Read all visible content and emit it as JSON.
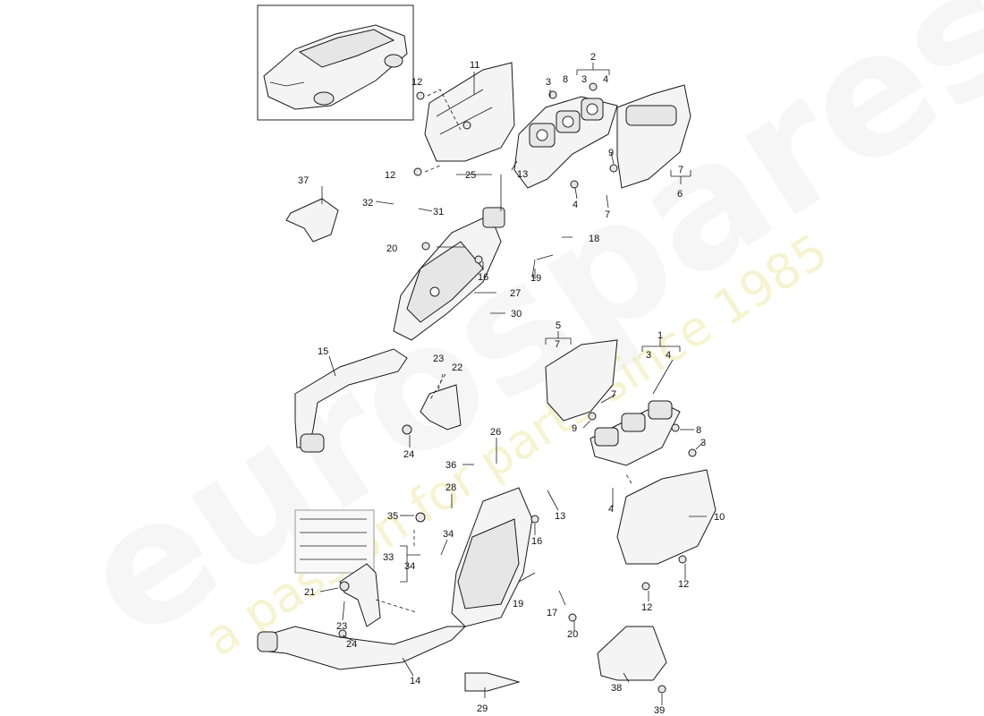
{
  "watermark": {
    "brand": "eurospares",
    "tagline": "a passion for parts since 1985"
  },
  "callouts": {
    "c1": "1",
    "c2": "2",
    "c3a": "3",
    "c3b": "3",
    "c3c": "3",
    "c3d": "3",
    "c4a": "4",
    "c4b": "4",
    "c4c": "4",
    "c4d": "4",
    "c5": "5",
    "c6": "6",
    "c7a": "7",
    "c7b": "7",
    "c7c": "7",
    "c7d": "7",
    "c8a": "8",
    "c8b": "8",
    "c9a": "9",
    "c9b": "9",
    "c10": "10",
    "c11": "11",
    "c12a": "12",
    "c12b": "12",
    "c12c": "12",
    "c12d": "12",
    "c13a": "13",
    "c13b": "13",
    "c14": "14",
    "c15": "15",
    "c16a": "16",
    "c16b": "16",
    "c17": "17",
    "c18": "18",
    "c19a": "19",
    "c19b": "19",
    "c20a": "20",
    "c20b": "20",
    "c21": "21",
    "c22": "22",
    "c23a": "23",
    "c23b": "23",
    "c24a": "24",
    "c24b": "24",
    "c25": "25",
    "c26": "26",
    "c27": "27",
    "c28": "28",
    "c29": "29",
    "c30": "30",
    "c31": "31",
    "c32": "32",
    "c33": "33",
    "c34a": "34",
    "c34b": "34",
    "c35": "35",
    "c36": "36",
    "c37": "37",
    "c38": "38",
    "c39": "39"
  }
}
